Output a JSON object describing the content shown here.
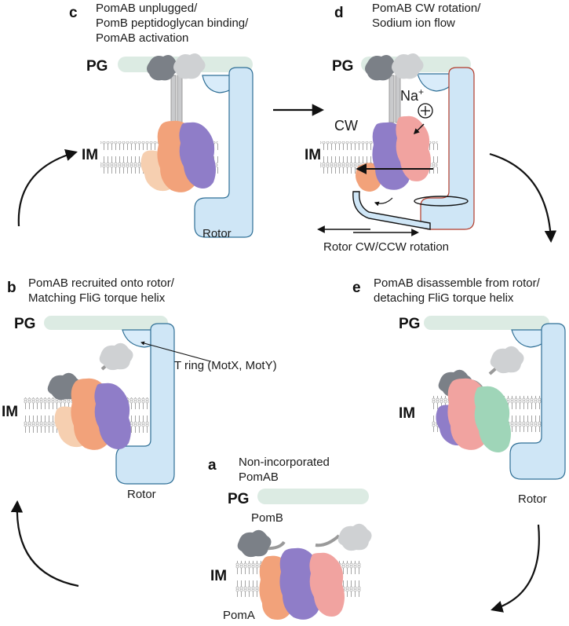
{
  "colors": {
    "pg_layer": "#dcebe3",
    "rotor_fill": "#cfe6f6",
    "rotor_stroke": "#2f6f96",
    "rotor_stroke_active": "#b23b2a",
    "pomA_orange": "#f2a27a",
    "pomA_peach": "#f6cfb0",
    "pomA_purple": "#8f7dc8",
    "pomA_pink": "#f1a3a0",
    "pomA_green": "#9fd5b8",
    "pomB_dark": "#7b8087",
    "pomB_light": "#cfd1d3",
    "membrane_line": "#9a9a9a",
    "arrow": "#111111"
  },
  "panels": {
    "a": {
      "letter": "a",
      "caption": [
        "Non-incorporated",
        "PomAB"
      ]
    },
    "b": {
      "letter": "b",
      "caption": [
        "PomAB recruited onto rotor/",
        "Matching FliG torque helix"
      ]
    },
    "c": {
      "letter": "c",
      "caption": [
        "PomAB unplugged/",
        "PomB peptidoglycan binding/",
        "PomAB activation"
      ]
    },
    "d": {
      "letter": "d",
      "caption": [
        "PomAB CW rotation/",
        "Sodium ion flow"
      ]
    },
    "e": {
      "letter": "e",
      "caption": [
        "PomAB disassemble from rotor/",
        "detaching FliG torque helix"
      ]
    }
  },
  "labels": {
    "pg": "PG",
    "im": "IM",
    "rotor": "Rotor",
    "t_ring": "T ring (MotX, MotY)",
    "pomB": "PomB",
    "pomA": "PomA",
    "cw": "CW",
    "na_base": "Na",
    "na_sup": "+",
    "rotor_rotation": "Rotor CW/CCW rotation"
  },
  "icons": {
    "ion_symbol": "circled-plus-icon",
    "cycle_arrows": "curved-arrow-icon"
  }
}
